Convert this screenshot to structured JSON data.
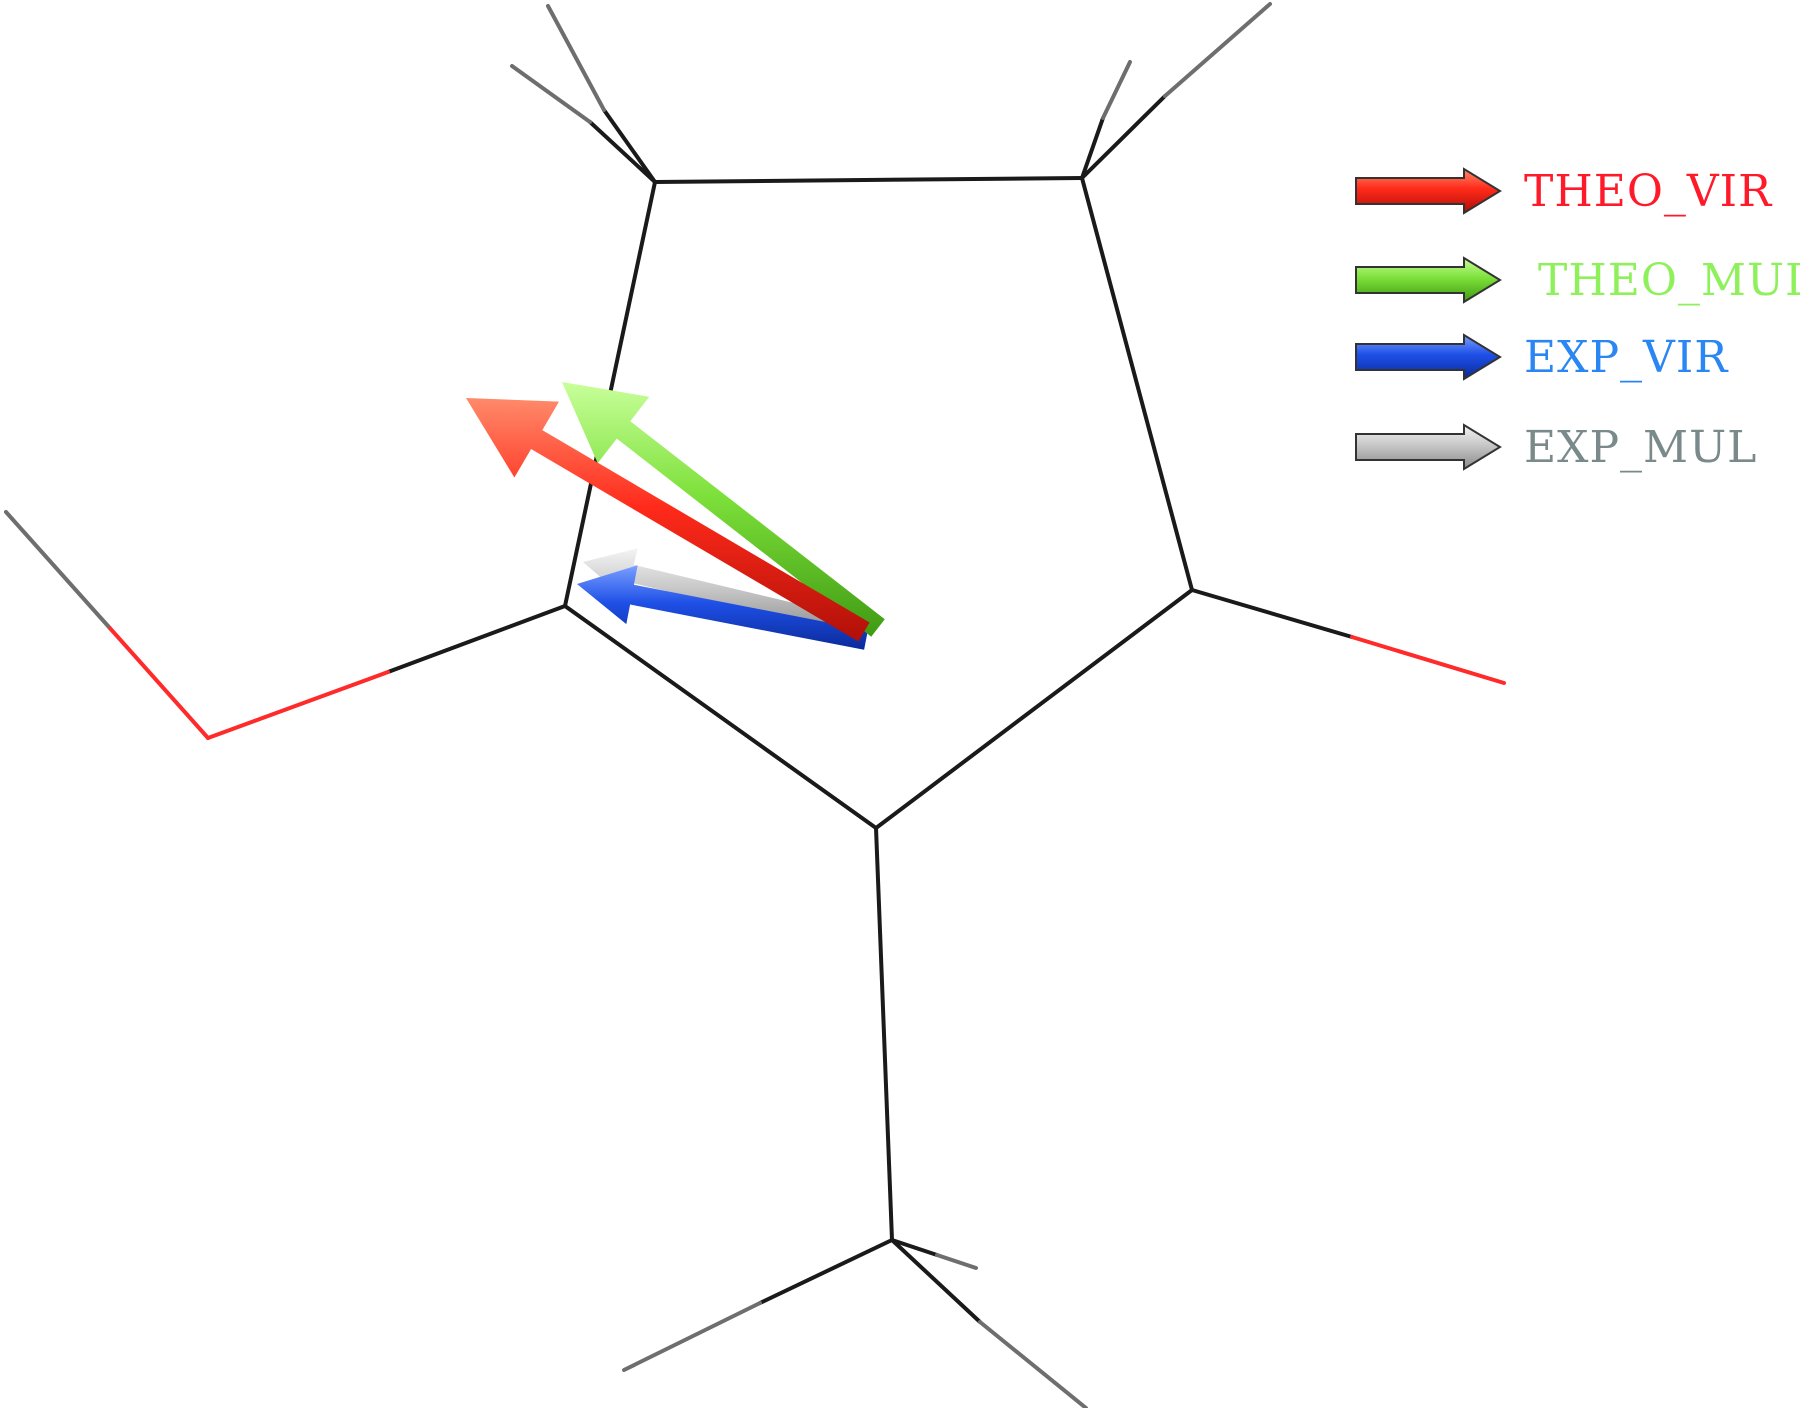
{
  "figure": {
    "bond_colors": {
      "carbon": "#1a1a1a",
      "hydrogen": "#6e6e6e",
      "oxygen": "#ff2a2a"
    }
  },
  "legend": {
    "items": [
      {
        "key": "theo_vir",
        "label": "THEO_VIR",
        "color": "#ff2a1a",
        "text_color": "#ff1a2a"
      },
      {
        "key": "theo_mul",
        "label": "THEO_MUL",
        "color": "#7de03a",
        "text_color": "#8ef05a"
      },
      {
        "key": "exp_vir",
        "label": "EXP_VIR",
        "color": "#1e4fe6",
        "text_color": "#2a86f2"
      },
      {
        "key": "exp_mul",
        "label": "EXP_MUL",
        "color": "#c8c8c8",
        "text_color": "#7a8a8a"
      }
    ]
  }
}
